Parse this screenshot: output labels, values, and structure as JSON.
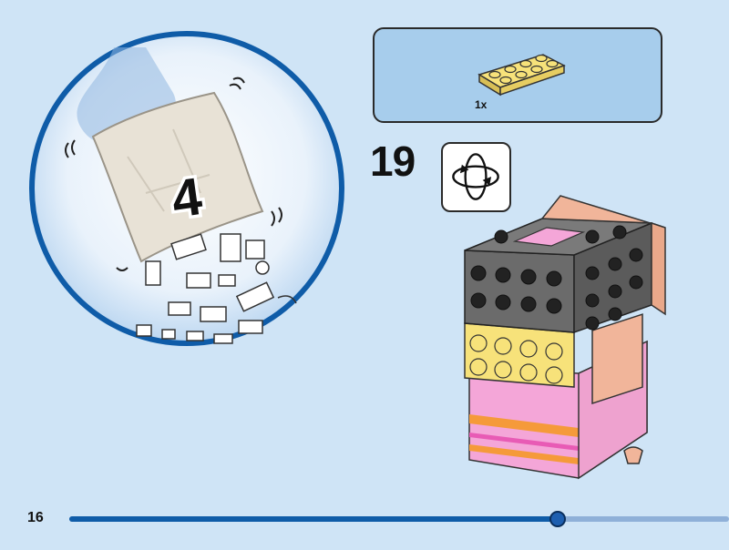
{
  "bag": {
    "number": "4",
    "icon": "parts-bag-icon"
  },
  "parts_list": [
    {
      "part": "yellow-2x4-plate",
      "quantity": "1x",
      "color": "#f7e27a"
    }
  ],
  "step": {
    "number": "19",
    "rotate_icon": "rotate-model-icon"
  },
  "footer": {
    "page_number": "16"
  },
  "progress": {
    "fraction": 0.74
  },
  "colors": {
    "background": "#cfe4f6",
    "accent_blue": "#0f5ca8",
    "box_fill": "#a7cdec",
    "brick_dark_grey": "#6b6b6b",
    "brick_pink": "#f4a6d8",
    "brick_yellow": "#f7e27a",
    "brick_peach": "#f1b59a",
    "brick_orange": "#f59a3a"
  }
}
